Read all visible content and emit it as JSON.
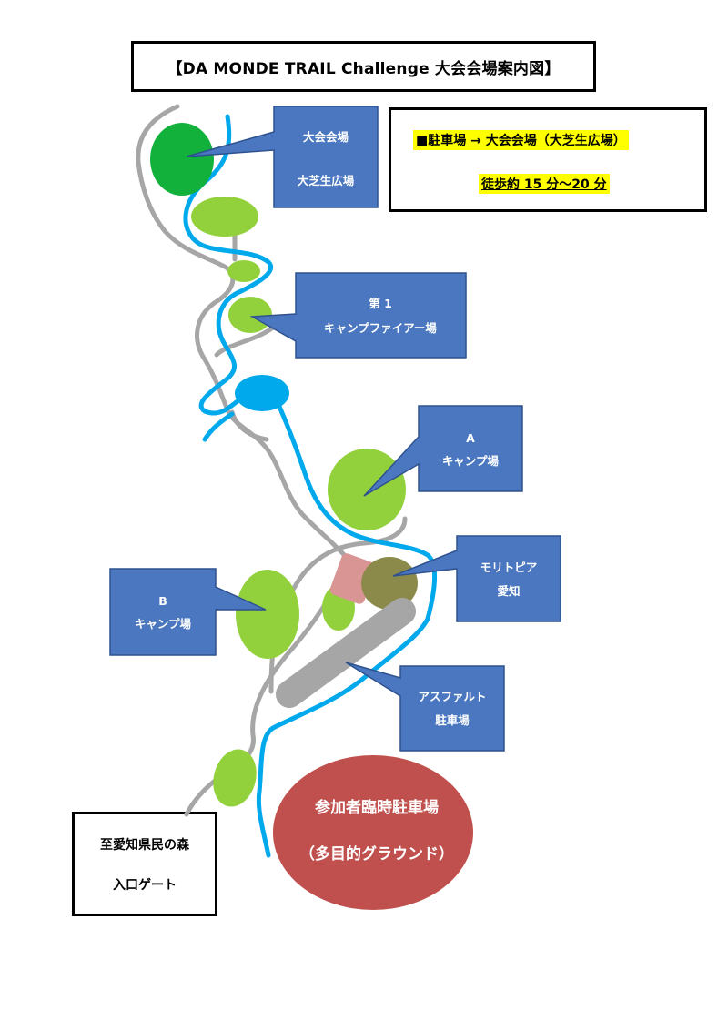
{
  "title": "【DA MONDE TRAIL Challenge 大会会場案内図】",
  "info": {
    "line1": "■駐車場 → 大会会場（大芝生広場）",
    "line2": "徒歩約 15 分～20 分"
  },
  "gate": {
    "line1": "至愛知県民の森",
    "line2": "入口ゲート"
  },
  "callouts": {
    "venue": [
      "大会会場",
      "大芝生広場"
    ],
    "campfire": [
      "第 1",
      "キャンプファイアー場"
    ],
    "camp_a": [
      "A",
      "キャンプ場"
    ],
    "camp_b": [
      "B",
      "キャンプ場"
    ],
    "moritopia": [
      "モリトピア",
      "愛知"
    ],
    "asphalt": [
      "アスファルト",
      "駐車場"
    ]
  },
  "parking": {
    "line1": "参加者臨時駐車場",
    "line2": "（多目的グラウンド）"
  },
  "colors": {
    "callout_fill": "#4a77bf",
    "callout_border": "#2f528f",
    "river": "#00a8ec",
    "road": "#a6a6a6",
    "venue_green": "#12b13c",
    "lawn_green": "#92d13c",
    "parking_red": "#c0504d",
    "moritopia": "#8c8a4a",
    "building_pink": "#d99594",
    "highlight": "#ffff00"
  }
}
